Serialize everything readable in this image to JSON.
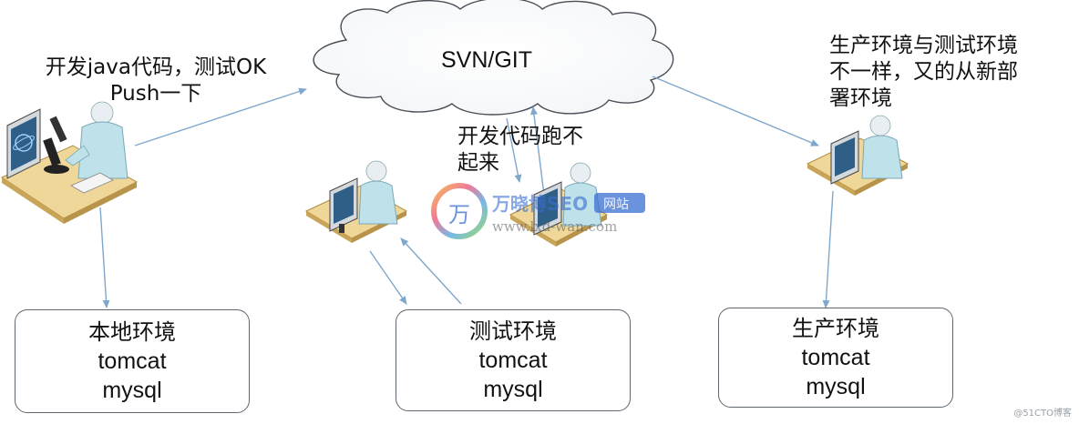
{
  "cloud": {
    "label": "SVN/GIT"
  },
  "notes": {
    "developer": "开发java代码，测试OK\nPush一下",
    "run_issue": "开发代码跑不\n起来",
    "production": "生产环境与测试环境\n不一样，又的从新部\n署环境"
  },
  "boxes": {
    "local": {
      "title": "本地环境",
      "server": "tomcat",
      "db": "mysql"
    },
    "test": {
      "title": "测试环境",
      "server": "tomcat",
      "db": "mysql"
    },
    "prod": {
      "title": "生产环境",
      "server": "tomcat",
      "db": "mysql"
    }
  },
  "watermark": {
    "logo_char": "万",
    "brand": "万晓博SEO",
    "badge": "网站",
    "url": "www.lxd-wan.com"
  },
  "footer": "@51CTO博客",
  "colors": {
    "arrow": "#7fa7cc",
    "box_border": "#5e6670",
    "cloud_stroke": "#4a4f57",
    "desk": "#efd79a",
    "person": "#bfe1ea",
    "monitor_screen": "#2f5e86",
    "watermark_blue": "#3a6fd1"
  }
}
